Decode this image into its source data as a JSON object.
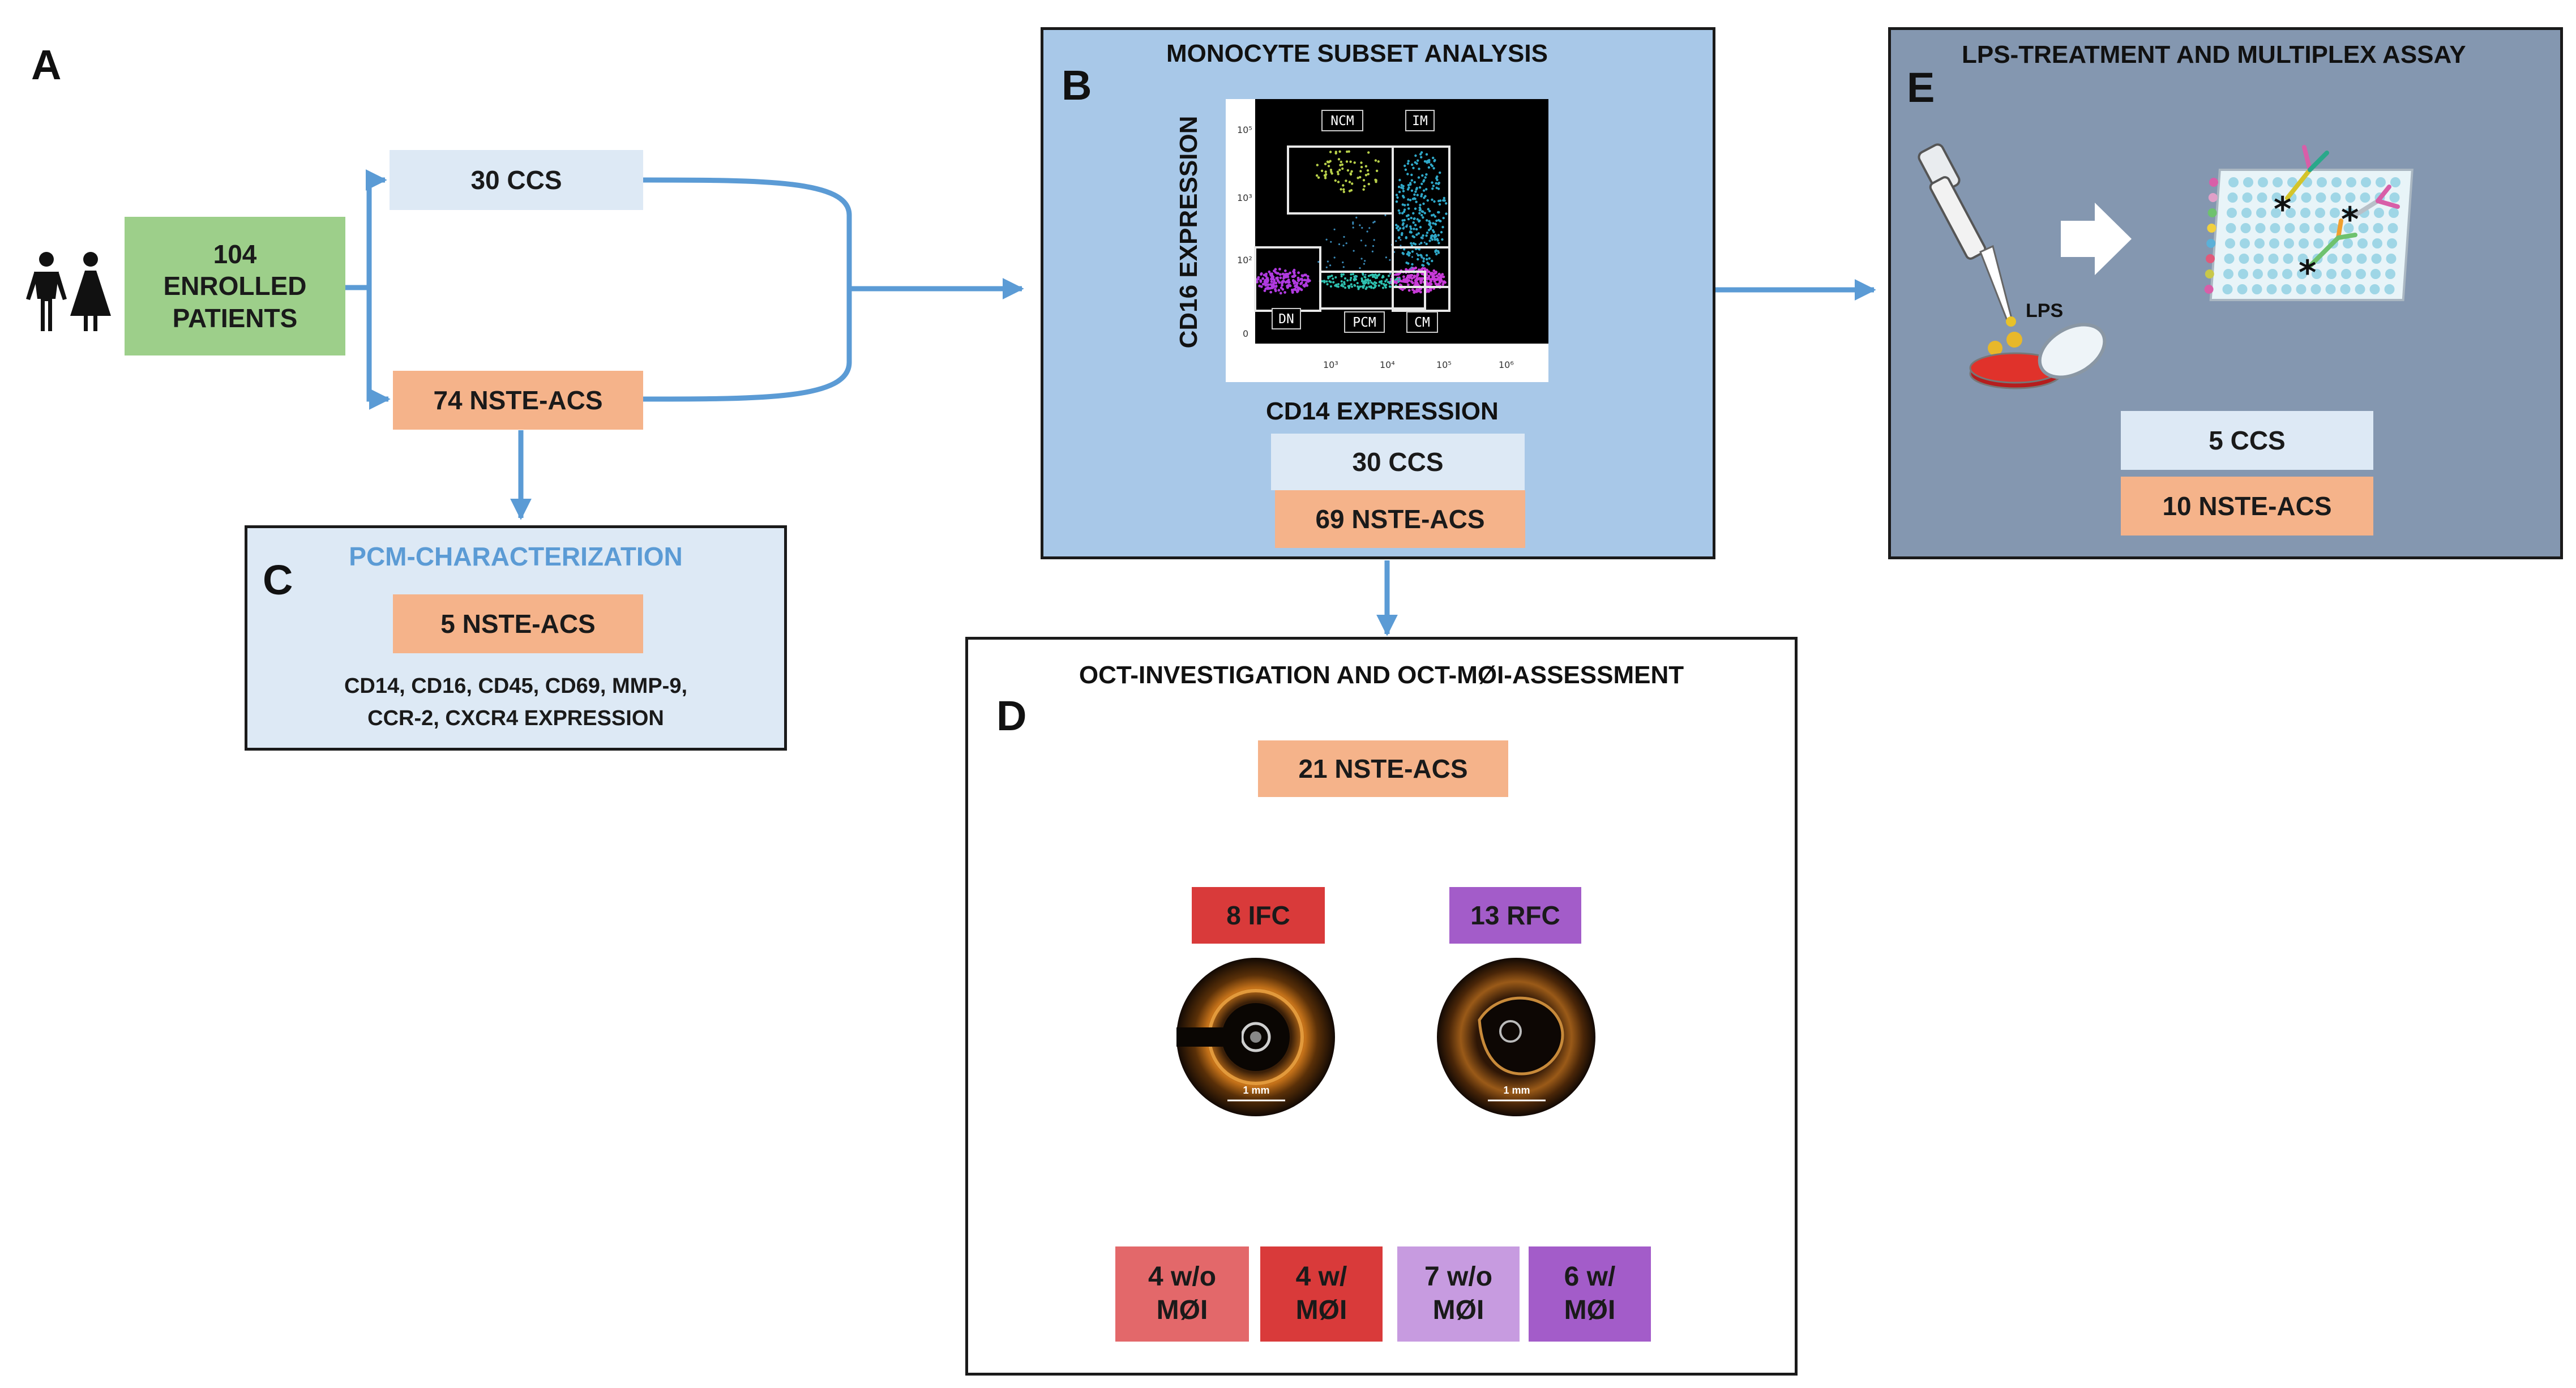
{
  "colors": {
    "arrow": "#5b9bd5",
    "enrolled_fill": "#9dcf8a",
    "ccs_fill": "#dde9f5",
    "acs_fill": "#f5b38a",
    "panel_b_fill": "#a8c8e8",
    "panel_e_fill": "#8497b0",
    "panel_c_fill": "#dde9f5",
    "ifc_red": "#d93a3a",
    "ifc_light": "#e3686a",
    "rfc_purple": "#a35cc9",
    "rfc_light": "#c79be0"
  },
  "panel_a": {
    "letter": "A",
    "enrolled": {
      "line1": "104",
      "line2": "ENROLLED",
      "line3": "PATIENTS"
    },
    "ccs": "30 CCS",
    "acs": "74 NSTE-ACS",
    "icon": "patients-icon"
  },
  "panel_b": {
    "letter": "B",
    "title": "MONOCYTE SUBSET ANALYSIS",
    "y_label": "CD16 EXPRESSION",
    "x_label": "CD14 EXPRESSION",
    "gates": [
      "NCM",
      "IM",
      "DN",
      "PCM",
      "CM"
    ],
    "ccs": "30 CCS",
    "acs": "69 NSTE-ACS"
  },
  "panel_c": {
    "letter": "C",
    "title": "PCM-CHARACTERIZATION",
    "acs": "5 NSTE-ACS",
    "markers_line1": "CD14, CD16, CD45, CD69, MMP-9,",
    "markers_line2": "CCR-2, CXCR4 EXPRESSION"
  },
  "panel_d": {
    "letter": "D",
    "title": "OCT-INVESTIGATION AND OCT-MØI-ASSESSMENT",
    "acs": "21 NSTE-ACS",
    "ifc": "8 IFC",
    "rfc": "13 RFC",
    "scale": "1 mm",
    "ifc_without": {
      "line1": "4 w/o",
      "line2": "MØI"
    },
    "ifc_with": {
      "line1": "4 w/",
      "line2": "MØI"
    },
    "rfc_without": {
      "line1": "7 w/o",
      "line2": "MØI"
    },
    "rfc_with": {
      "line1": "6 w/",
      "line2": "MØI"
    }
  },
  "panel_e": {
    "letter": "E",
    "title": "LPS-TREATMENT AND MULTIPLEX ASSAY",
    "lps": "LPS",
    "ccs": "5 CCS",
    "acs": "10 NSTE-ACS"
  }
}
